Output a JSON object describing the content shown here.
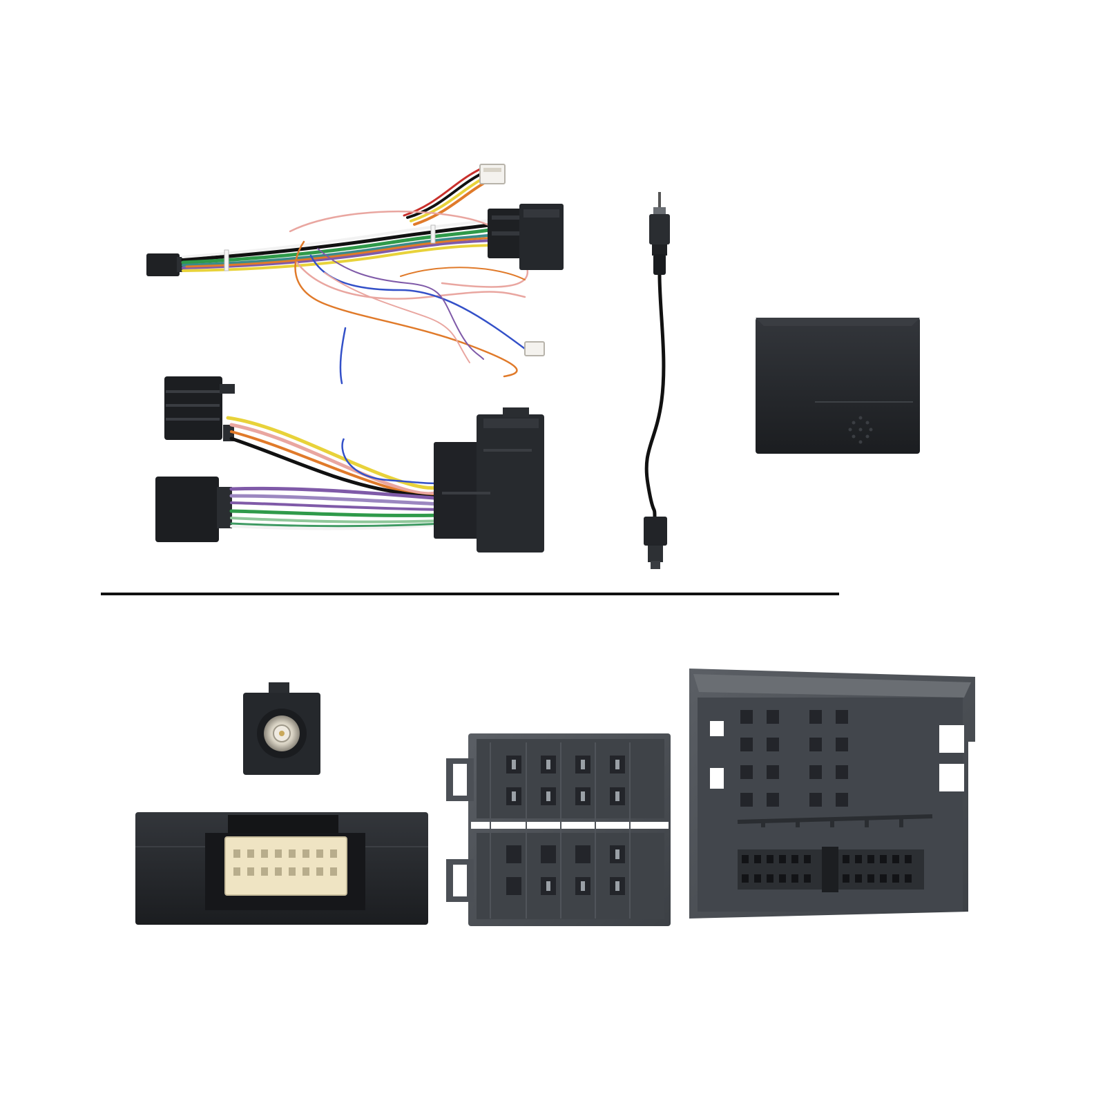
{
  "image": {
    "background": "#ffffff",
    "description_free": true
  },
  "colors": {
    "plastic_dark": "#1d1f22",
    "plastic_mid": "#2a2d31",
    "plastic_grey": "#4a4e54",
    "plastic_light": "#6a6e73",
    "pin_ivory": "#efe4c3",
    "wire_yellow": "#e8d23a",
    "wire_orange": "#e07a2a",
    "wire_pink": "#e9a6a0",
    "wire_red": "#c9302c",
    "wire_green": "#2f9a4a",
    "wire_blue": "#3350c8",
    "wire_purple": "#7f5aa8",
    "wire_white": "#f2f2f2",
    "wire_black": "#111111",
    "wire_brown": "#8a4a22",
    "divider": "#111111"
  },
  "items": [
    {
      "id": "wiring-harness"
    },
    {
      "id": "antenna-adapter"
    },
    {
      "id": "canbus-box"
    },
    {
      "id": "antenna-socket"
    },
    {
      "id": "decoder-module"
    },
    {
      "id": "iso-connector"
    },
    {
      "id": "quadlock-connector"
    }
  ]
}
